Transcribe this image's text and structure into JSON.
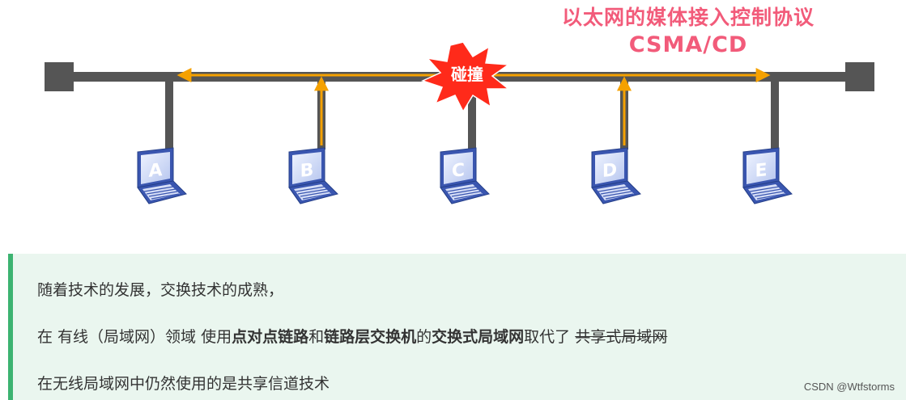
{
  "title": {
    "line1": "以太网的媒体接入控制协议",
    "line2": "CSMA/CD"
  },
  "collision_label": "碰撞",
  "hosts": [
    "A",
    "B",
    "C",
    "D",
    "E"
  ],
  "text": {
    "line1": "随着技术的发展，交换技术的成熟，",
    "line2": {
      "p1": "在 有线（局域网）领域 使用",
      "b1": "点对点链路",
      "p2": "和",
      "b2": "链路层交换机",
      "p3": "的",
      "b3": "交换式局域网",
      "p4": "取代了 ",
      "s1": "共享式局域网"
    },
    "line3": "在无线局域网中仍然使用的是共享信道技术"
  },
  "watermark": "CSDN @Wtfstorms",
  "colors": {
    "title": "#f25b7a",
    "bus": "#555555",
    "signal": "#f5a100",
    "burst": "#ff2a1a",
    "laptop": "#3a56b0",
    "panel_bg": "#eaf6ef",
    "panel_bar": "#3cb371"
  }
}
